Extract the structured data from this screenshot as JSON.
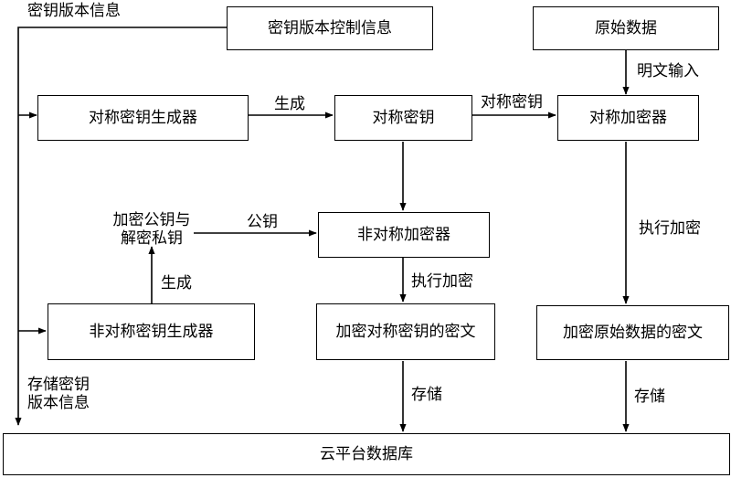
{
  "nodes": {
    "version_control": "密钥版本控制信息",
    "raw_data": "原始数据",
    "sym_key_gen": "对称密钥生成器",
    "sym_key": "对称密钥",
    "sym_encryptor": "对称加密器",
    "asym_encryptor": "非对称加密器",
    "asym_key_gen": "非对称密钥生成器",
    "enc_sym_key_cipher": "加密对称密钥的密文",
    "enc_raw_cipher": "加密原始数据的密文",
    "cloud_db": "云平台数据库",
    "key_pair_line1": "加密公钥与",
    "key_pair_line2": "解密私钥"
  },
  "labels": {
    "key_version_info": "密钥版本信息",
    "plaintext_input": "明文输入",
    "generate_1": "生成",
    "sym_key_flow": "对称密钥",
    "public_key": "公钥",
    "generate_2": "生成",
    "execute_encrypt_1": "执行加密",
    "execute_encrypt_2": "执行加密",
    "store_version_line1": "存储密钥",
    "store_version_line2": "版本信息",
    "store_1": "存储",
    "store_2": "存储"
  }
}
